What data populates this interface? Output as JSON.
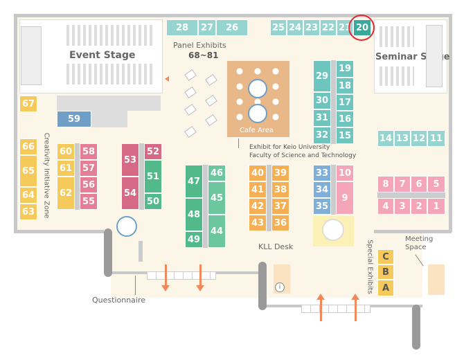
{
  "labels": {
    "event_stage": "Event Stage",
    "seminar_stage": "Seminar Stage",
    "panel_exhibits": "Panel Exhibits",
    "panel_range": "68~81",
    "cafe_area": "Cafe Area",
    "keio_line1": "Exhibit for Keio University",
    "keio_line2": "Faculty of Science and Technology",
    "creativity_zone": "Creativity Initiative Zone",
    "kll_desk": "KLL Desk",
    "special_exhibits": "Special Exhibits",
    "meeting_space": "Meeting Space",
    "questionnaire": "Questionnaire",
    "info_glyph": "i"
  },
  "booths": {
    "b1": "1",
    "b2": "2",
    "b3": "3",
    "b4": "4",
    "b5": "5",
    "b6": "6",
    "b7": "7",
    "b8": "8",
    "b9": "9",
    "b10": "10",
    "b11": "11",
    "b12": "12",
    "b13": "13",
    "b14": "14",
    "b15": "15",
    "b16": "16",
    "b17": "17",
    "b18": "18",
    "b19": "19",
    "b20": "20",
    "b21": "21",
    "b22": "22",
    "b23": "23",
    "b24": "24",
    "b25": "25",
    "b26": "26",
    "b27": "27",
    "b28": "28",
    "b29": "29",
    "b30": "30",
    "b31": "31",
    "b32": "32",
    "b33": "33",
    "b34": "34",
    "b35": "35",
    "b36": "36",
    "b37": "37",
    "b38": "38",
    "b39": "39",
    "b40": "40",
    "b41": "41",
    "b42": "42",
    "b43": "43",
    "b44": "44",
    "b45": "45",
    "b46": "46",
    "b47": "47",
    "b48": "48",
    "b49": "49",
    "b50": "50",
    "b51": "51",
    "b52": "52",
    "b53": "53",
    "b54": "54",
    "b55": "55",
    "b56": "56",
    "b57": "57",
    "b58": "58",
    "b59": "59",
    "b60": "60",
    "b61": "61",
    "b62": "62",
    "b63": "63",
    "b64": "64",
    "b65": "65",
    "b66": "66",
    "b67": "67",
    "bA": "A",
    "bB": "B",
    "bC": "C"
  },
  "colors": {
    "highlight_circle": "#e0282e",
    "floor": "#fbf6e8",
    "wall": "#c8c8c8",
    "arrow": "#f08a5d"
  },
  "icons": [
    "chair-icon",
    "person-icon",
    "projector-icon",
    "ballot-icon",
    "robot-icon",
    "info-icon",
    "arrow-icon",
    "table-icon"
  ]
}
